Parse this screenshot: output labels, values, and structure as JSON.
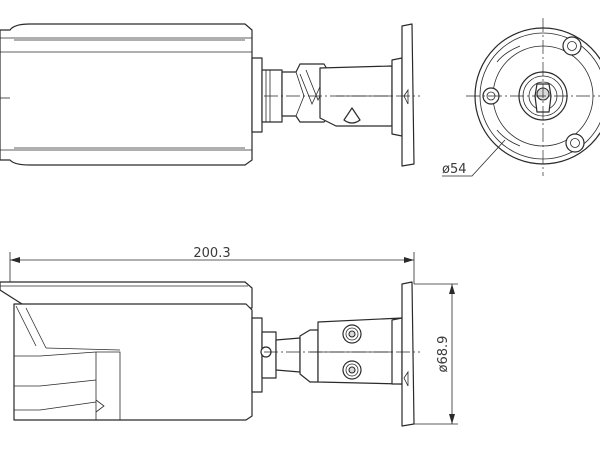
{
  "dimensions": {
    "overall_length": "200.3",
    "mount_diameter": "ø68.9",
    "base_diameter": "ø54"
  }
}
